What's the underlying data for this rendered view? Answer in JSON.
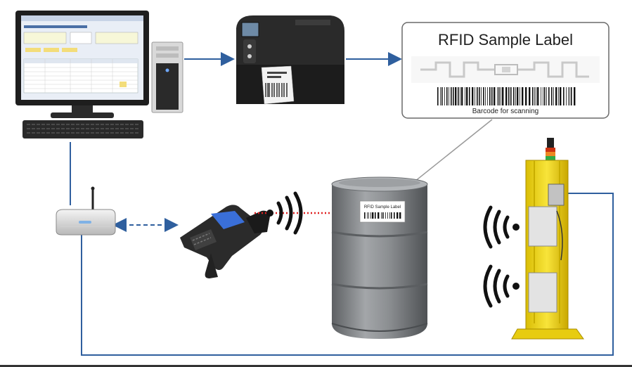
{
  "label_callout": {
    "title": "RFID Sample Label",
    "barcode_caption": "Barcode for scanning"
  },
  "drum_label": {
    "title": "RFID Sample Label"
  },
  "colors": {
    "connector": "#2f5f9e",
    "rfid_beam": "#e02020",
    "reader_post": "#f5dc12",
    "drum": "#8a8d90",
    "printer": "#2a2a2a"
  },
  "icons": {
    "computer": "desktop-computer-icon",
    "printer": "label-printer-icon",
    "router": "wireless-router-icon",
    "scanner": "handheld-rfid-scanner-icon",
    "drum": "steel-drum-icon",
    "portal": "rfid-portal-reader-icon",
    "signal": "wireless-signal-icon"
  }
}
